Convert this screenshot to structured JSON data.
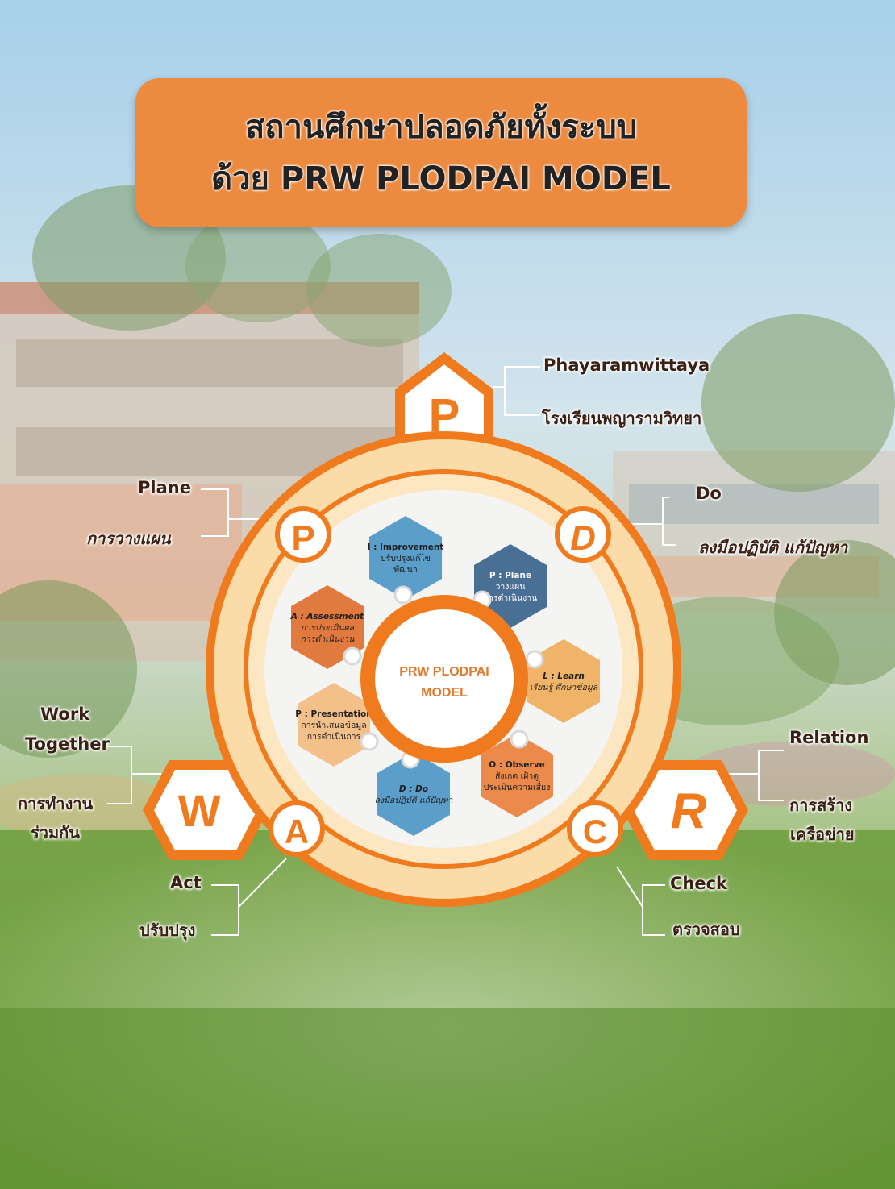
{
  "title": {
    "line1": "สถานศึกษาปลอดภัยทั้งระบบ",
    "line2": "ด้วย PRW PLODPAI MODEL"
  },
  "center": {
    "line1": "PRW PLODPAI",
    "line2": "MODEL"
  },
  "badges": {
    "top": "P",
    "bottom_left": "W",
    "bottom_right": "R"
  },
  "ring_letters": {
    "plan": "P",
    "do": "D",
    "act": "A",
    "check": "C"
  },
  "hexagons": [
    {
      "key": "improvement",
      "color": "#5b9ec9",
      "lines": [
        "I : Improvement",
        "ปรับปรุงแก้ไข",
        "พัฒนา"
      ]
    },
    {
      "key": "plane",
      "color": "#4a6f94",
      "lines": [
        "P : Plane",
        "วางแผน",
        "การดำเนินงาน"
      ]
    },
    {
      "key": "learn",
      "color": "#f0b469",
      "lines": [
        "L : Learn",
        "เรียนรู้ ศึกษาข้อมูล"
      ]
    },
    {
      "key": "observe",
      "color": "#ec8a4b",
      "lines": [
        "O : Observe",
        "สังเกต เฝ้าดู",
        "ประเมินความเสี่ยง"
      ]
    },
    {
      "key": "do",
      "color": "#5b9ec9",
      "lines": [
        "D : Do",
        "ลงมือปฏิบัติ แก้ปัญหา"
      ]
    },
    {
      "key": "presentation",
      "color": "#f3c08a",
      "lines": [
        "P : Presentation",
        "การนำเสนอข้อมูล",
        "การดำเนินการ"
      ]
    },
    {
      "key": "assessment",
      "color": "#e07a3e",
      "lines": [
        "A : Assessment",
        "การประเมินผล",
        "การดำเนินงาน"
      ]
    }
  ],
  "labels": {
    "phayaram_en": "Phayaramwittaya",
    "phayaram_th": "โรงเรียนพญารามวิทยา",
    "plane_en": "Plane",
    "plane_th": "การวางแผน",
    "do_en": "Do",
    "do_th": "ลงมือปฏิบัติ แก้ปัญหา",
    "work_en_1": "Work",
    "work_en_2": "Together",
    "work_th_1": "การทำงาน",
    "work_th_2": "ร่วมกัน",
    "relation_en": "Relation",
    "relation_th_1": "การสร้าง",
    "relation_th_2": "เครือข่าย",
    "act_en": "Act",
    "act_th": "ปรับปรุง",
    "check_en": "Check",
    "check_th": "ตรวจสอบ"
  },
  "colors": {
    "orange": "#f07b1e",
    "title_bg": "#ec8a3f",
    "cream": "#fbdca8",
    "sky": "#a9d1ea",
    "grass": "#78a84a"
  }
}
